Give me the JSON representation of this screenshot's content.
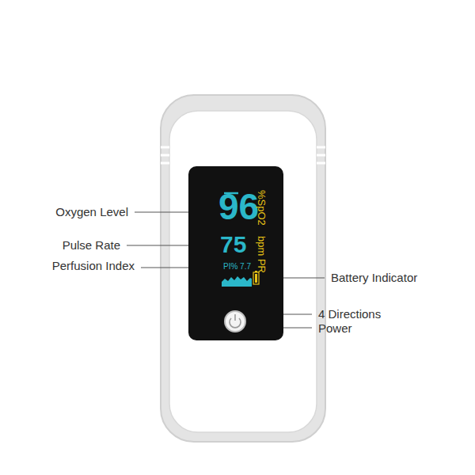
{
  "diagram": {
    "nodes": [
      {
        "text": [
          "96",
          "%SpO2",
          "75",
          "bpm PR",
          "PI% 7.7"
        ]
      }
    ],
    "labels": [
      "Oxygen Level",
      "Pulse Rate",
      "Perfusion Index",
      "Battery Indicator",
      "4 Directions",
      "Power"
    ]
  }
}
